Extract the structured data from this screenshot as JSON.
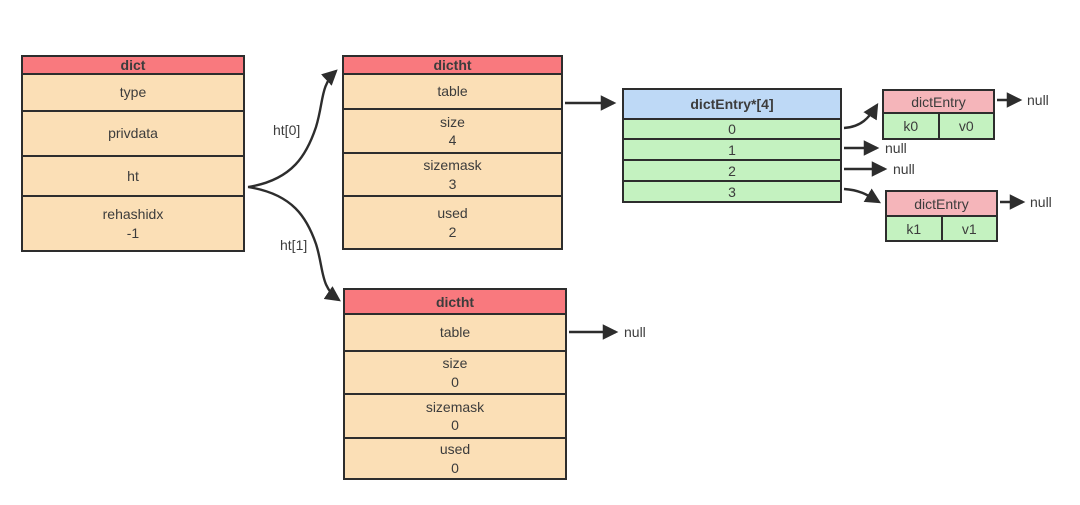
{
  "colors": {
    "header_red": "#f9797e",
    "row_cream": "#fbdfb6",
    "slot_green": "#c4f2c0",
    "array_blue": "#bed9f6",
    "entry_pink": "#f5b5ba",
    "line": "#2d2d2d"
  },
  "boxes": {
    "dict": {
      "title": "dict",
      "rows": [
        {
          "label": "type",
          "value": ""
        },
        {
          "label": "privdata",
          "value": ""
        },
        {
          "label": "ht",
          "value": ""
        },
        {
          "label": "rehashidx",
          "value": "-1"
        }
      ]
    },
    "dictht0": {
      "title": "dictht",
      "rows": [
        {
          "label": "table",
          "value": ""
        },
        {
          "label": "size",
          "value": "4"
        },
        {
          "label": "sizemask",
          "value": "3"
        },
        {
          "label": "used",
          "value": "2"
        }
      ]
    },
    "dictht1": {
      "title": "dictht",
      "rows": [
        {
          "label": "table",
          "value": ""
        },
        {
          "label": "size",
          "value": "0"
        },
        {
          "label": "sizemask",
          "value": "0"
        },
        {
          "label": "used",
          "value": "0"
        }
      ]
    },
    "bucket_array": {
      "title": "dictEntry*[4]",
      "slots": [
        "0",
        "1",
        "2",
        "3"
      ]
    },
    "entry0": {
      "title": "dictEntry",
      "key": "k0",
      "value": "v0"
    },
    "entry1": {
      "title": "dictEntry",
      "key": "k1",
      "value": "v1"
    }
  },
  "labels": {
    "ht0": "ht[0]",
    "ht1": "ht[1]",
    "null_text": "null"
  }
}
